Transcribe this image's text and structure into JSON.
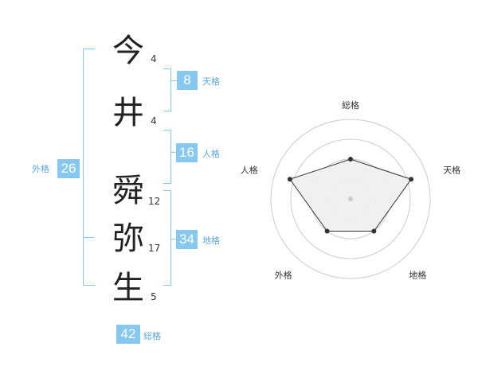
{
  "name_chars": [
    {
      "char": "今",
      "strokes": "4"
    },
    {
      "char": "井",
      "strokes": "4"
    },
    {
      "char": "舜",
      "strokes": "12"
    },
    {
      "char": "弥",
      "strokes": "17"
    },
    {
      "char": "生",
      "strokes": "5"
    }
  ],
  "fortunes": {
    "tenkaku": {
      "value": "8",
      "label": "天格"
    },
    "jinkaku": {
      "value": "16",
      "label": "人格"
    },
    "chikaku": {
      "value": "34",
      "label": "地格"
    },
    "gaikaku": {
      "value": "26",
      "label": "外格"
    },
    "soukaku": {
      "value": "42",
      "label": "総格"
    }
  },
  "colors": {
    "accent": "#86c8f0",
    "label_text": "#5aa8e0"
  },
  "chart_data": {
    "type": "radar",
    "axes": [
      "総格",
      "天格",
      "地格",
      "外格",
      "人格"
    ],
    "values": [
      0.5,
      0.8,
      0.5,
      0.5,
      0.8
    ],
    "rings": 4,
    "grid": true
  }
}
